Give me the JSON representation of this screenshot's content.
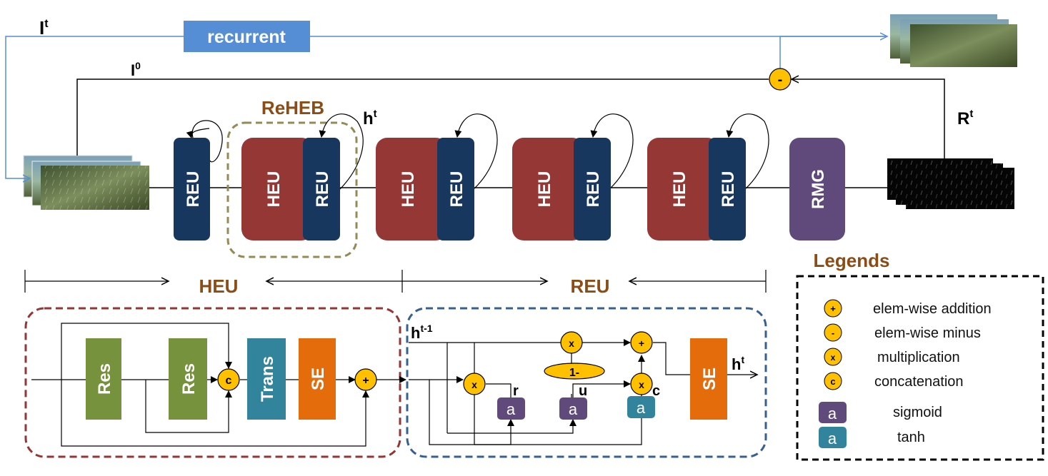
{
  "labels": {
    "input_t": "I",
    "input_t_sup": "t",
    "input_0": "I",
    "input_0_sup": "0",
    "recurrent": "recurrent",
    "reheb": "ReHEB",
    "hidden": "h",
    "hidden_sup": "t",
    "rain": "R",
    "rain_sup": "t",
    "minus_op": "-",
    "heu_span": "HEU",
    "reu_span": "REU",
    "legends_title": "Legends"
  },
  "main_blocks": {
    "reu": "REU",
    "heu": "HEU",
    "rmg": "RMG"
  },
  "heu_detail": {
    "res": "Res",
    "trans": "Trans",
    "se": "SE",
    "concat_op": "c",
    "add_op": "+"
  },
  "reu_detail": {
    "h_prev": "h",
    "h_prev_sup": "t-1",
    "h_out": "h",
    "h_out_sup": "t",
    "se": "SE",
    "mult_op": "x",
    "add_op": "+",
    "one_minus": "1-",
    "gate_r": "r",
    "gate_u": "u",
    "gate_c": "c",
    "act": "a"
  },
  "legend": {
    "add": {
      "symbol": "+",
      "text": "elem-wise addition"
    },
    "minus": {
      "symbol": "-",
      "text": "elem-wise minus"
    },
    "mult": {
      "symbol": "x",
      "text": "multiplication"
    },
    "concat": {
      "symbol": "c",
      "text": "concatenation"
    },
    "sigmoid": {
      "symbol": "a",
      "text": "sigmoid"
    },
    "tanh": {
      "symbol": "a",
      "text": "tanh"
    }
  },
  "colors": {
    "reu_navy": "#17375e",
    "heu_red": "#953735",
    "rmg_purple": "#604a7b",
    "res_green": "#76923c",
    "trans_teal": "#31849b",
    "se_orange": "#e46c0a",
    "recurrent_blue": "#558ed5",
    "op_yellow": "#ffc000",
    "sigmoid_purple": "#604a7b",
    "tanh_teal": "#31849b",
    "heu_frame": "#943634",
    "reu_frame": "#376092",
    "reheb_frame": "#948a54",
    "title_brown": "#8b4c15"
  }
}
